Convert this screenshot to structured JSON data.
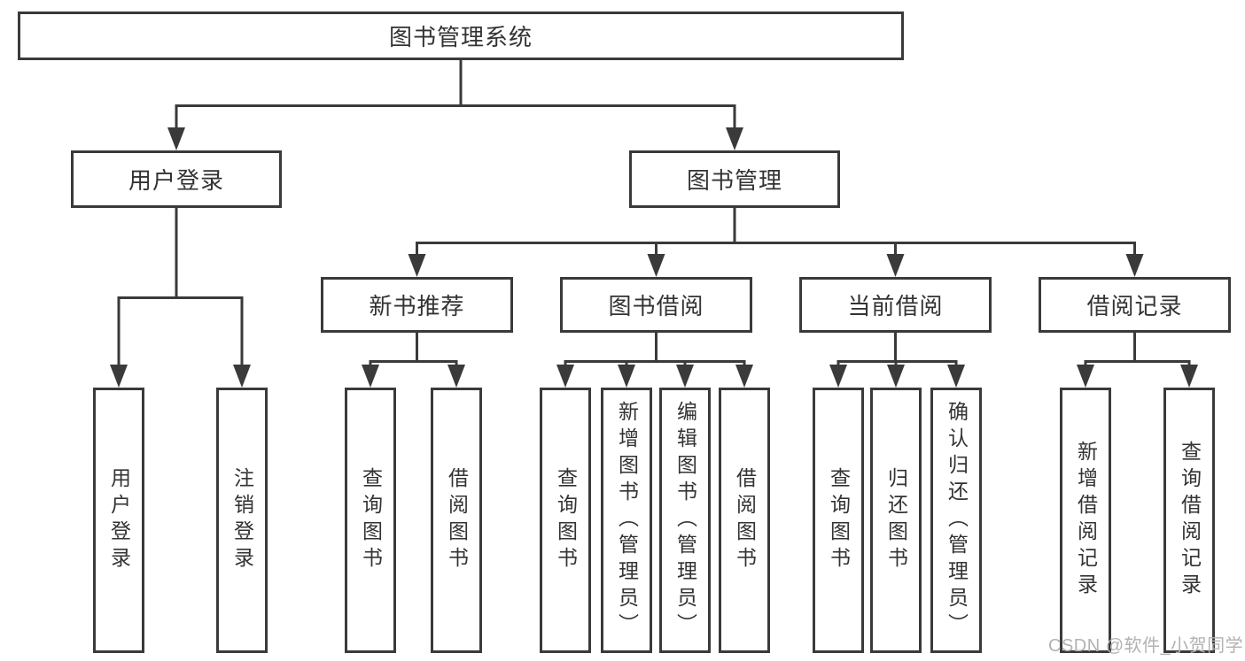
{
  "diagram_title": "图书管理系统",
  "colors": {
    "line": "#3a3a3a",
    "text": "#333333",
    "box_background": "#ffffff",
    "page_background": "#ffffff",
    "watermark": "#b2b2b2"
  },
  "tree": {
    "label": "图书管理系统",
    "children": [
      {
        "label": "用户登录",
        "children": [
          {
            "label": "用户登录"
          },
          {
            "label": "注销登录"
          }
        ]
      },
      {
        "label": "图书管理",
        "children": [
          {
            "label": "新书推荐",
            "children": [
              {
                "label": "查询图书"
              },
              {
                "label": "借阅图书"
              }
            ]
          },
          {
            "label": "图书借阅",
            "children": [
              {
                "label": "查询图书"
              },
              {
                "label": "新增图书（管理员）"
              },
              {
                "label": "编辑图书（管理员）"
              },
              {
                "label": "借阅图书"
              }
            ]
          },
          {
            "label": "当前借阅",
            "children": [
              {
                "label": "查询图书"
              },
              {
                "label": "归还图书"
              },
              {
                "label": "确认归还（管理员）"
              }
            ]
          },
          {
            "label": "借阅记录",
            "children": [
              {
                "label": "新增借阅记录"
              },
              {
                "label": "查询借阅记录"
              }
            ]
          }
        ]
      }
    ]
  },
  "watermark": {
    "text": "CSDN @软件_小贺同学"
  }
}
